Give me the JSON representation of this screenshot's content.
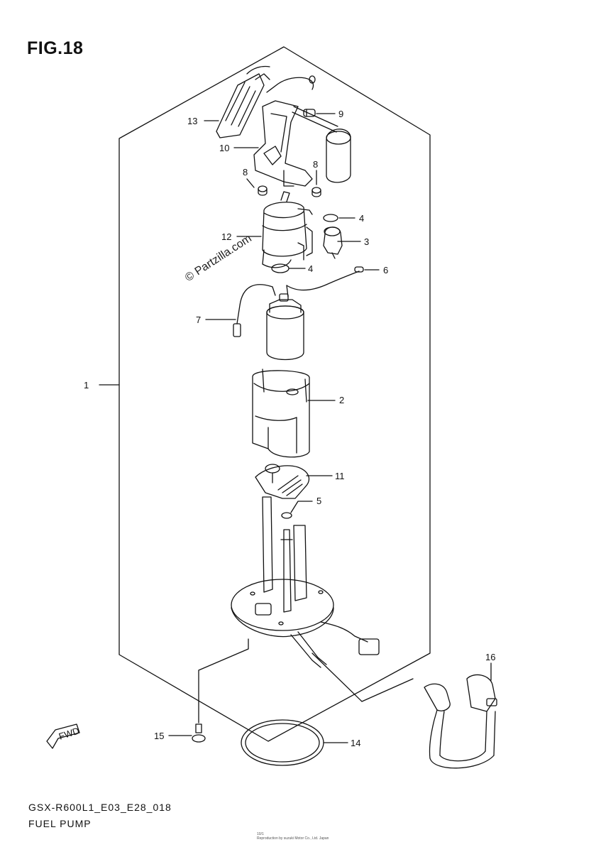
{
  "figure": {
    "title": "FIG.18",
    "watermark": "© Partzilla.com",
    "code": "GSX-R600L1_E03_E28_018",
    "name": "FUEL PUMP",
    "fine_print": [
      "10/1",
      "Reproduction by suzuki Motor Co., Ltd. Japan"
    ],
    "fwd_label": "FWD"
  },
  "callouts": [
    {
      "id": "1",
      "label": "1"
    },
    {
      "id": "2",
      "label": "2"
    },
    {
      "id": "3",
      "label": "3"
    },
    {
      "id": "4a",
      "label": "4"
    },
    {
      "id": "4b",
      "label": "4"
    },
    {
      "id": "5",
      "label": "5"
    },
    {
      "id": "6",
      "label": "6"
    },
    {
      "id": "7",
      "label": "7"
    },
    {
      "id": "8a",
      "label": "8"
    },
    {
      "id": "8b",
      "label": "8"
    },
    {
      "id": "9",
      "label": "9"
    },
    {
      "id": "10",
      "label": "10"
    },
    {
      "id": "11",
      "label": "11"
    },
    {
      "id": "12",
      "label": "12"
    },
    {
      "id": "13",
      "label": "13"
    },
    {
      "id": "14",
      "label": "14"
    },
    {
      "id": "15",
      "label": "15"
    },
    {
      "id": "16",
      "label": "16"
    }
  ]
}
